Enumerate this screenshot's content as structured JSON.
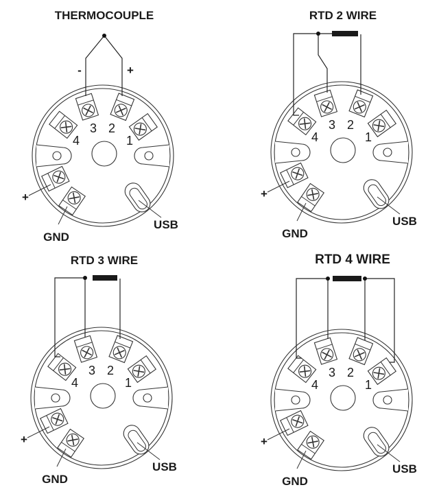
{
  "diagrams": [
    {
      "title": "THERMOCOUPLE",
      "wiring": "thermocouple",
      "polarity": [
        "-",
        "+"
      ]
    },
    {
      "title": "RTD 2 WIRE",
      "wiring": "rtd2"
    },
    {
      "title": "RTD 3 WIRE",
      "wiring": "rtd3"
    },
    {
      "title": "RTD 4 WIRE",
      "wiring": "rtd4"
    }
  ],
  "terminal_numbers": [
    "4",
    "3",
    "2",
    "1"
  ],
  "labels": {
    "plus": "+",
    "gnd": "GND",
    "usb": "USB"
  }
}
